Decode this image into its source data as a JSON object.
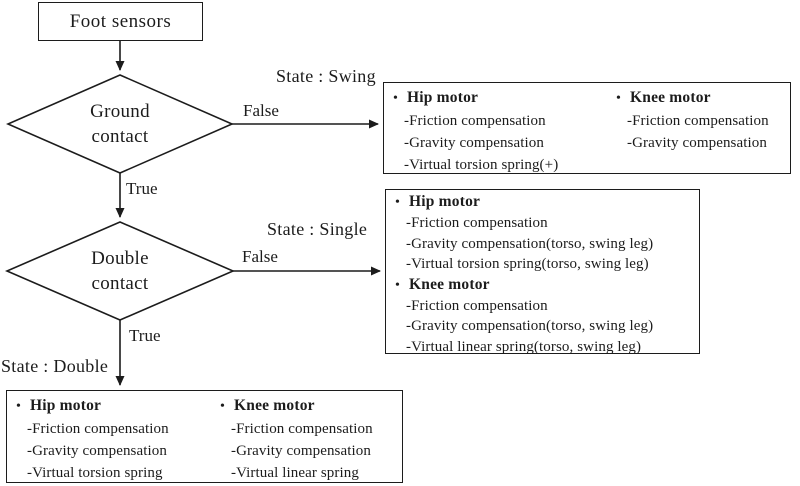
{
  "flow": {
    "start": {
      "label": "Foot sensors"
    },
    "decisions": {
      "ground": {
        "line1": "Ground",
        "line2": "contact"
      },
      "double": {
        "line1": "Double",
        "line2": "contact"
      }
    },
    "edges": {
      "ground_true": "True",
      "ground_false": "False",
      "double_true": "True",
      "double_false": "False"
    },
    "states": {
      "swing": "State : Swing",
      "single": "State : Single",
      "double": "State : Double"
    }
  },
  "glyphs": {
    "bullet": "•"
  },
  "swing_box": {
    "hip": {
      "header": "Hip motor",
      "items": [
        "-Friction compensation",
        "-Gravity compensation",
        "-Virtual torsion spring(+)"
      ]
    },
    "knee": {
      "header": "Knee motor",
      "items": [
        "-Friction compensation",
        "-Gravity compensation"
      ]
    }
  },
  "single_box": {
    "hip": {
      "header": "Hip motor",
      "items": [
        "-Friction compensation",
        "-Gravity compensation(torso, swing leg)",
        "-Virtual torsion spring(torso, swing leg)"
      ]
    },
    "knee": {
      "header": "Knee motor",
      "items": [
        "-Friction compensation",
        "-Gravity compensation(torso, swing leg)",
        "-Virtual linear spring(torso, swing leg)"
      ]
    }
  },
  "double_box": {
    "hip": {
      "header": "Hip motor",
      "items": [
        "-Friction compensation",
        "-Gravity compensation",
        "-Virtual torsion spring"
      ]
    },
    "knee": {
      "header": "Knee motor",
      "items": [
        "-Friction compensation",
        "-Gravity compensation",
        "-Virtual linear spring"
      ]
    }
  }
}
